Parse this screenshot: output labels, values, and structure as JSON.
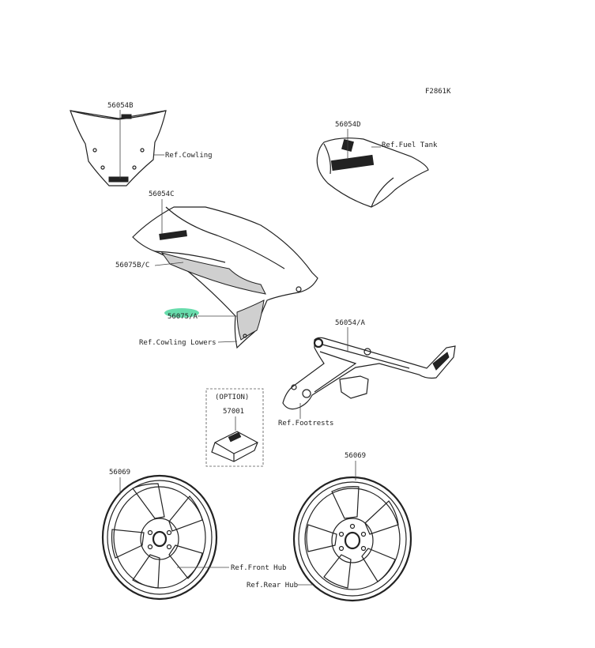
{
  "diagram_code": "F2861K",
  "labels": {
    "windshield_decal": "56054B",
    "ref_cowling": "Ref.Cowling",
    "tank_decal": "56054D",
    "ref_fuel_tank": "Ref.Fuel Tank",
    "cowling_decal_c": "56054C",
    "lower_decal_bc": "56075B/C",
    "lower_decal_a": "56075/A",
    "ref_cowling_lowers": "Ref.Cowling Lowers",
    "footrest_decal": "56054/A",
    "option": "(OPTION)",
    "option_part": "57001",
    "ref_footrests": "Ref.Footrests",
    "front_wheel_decal": "56069",
    "rear_wheel_decal": "56069",
    "ref_front_hub": "Ref.Front Hub",
    "ref_rear_hub": "Ref.Rear Hub"
  },
  "highlight_color": "#4ed69e"
}
